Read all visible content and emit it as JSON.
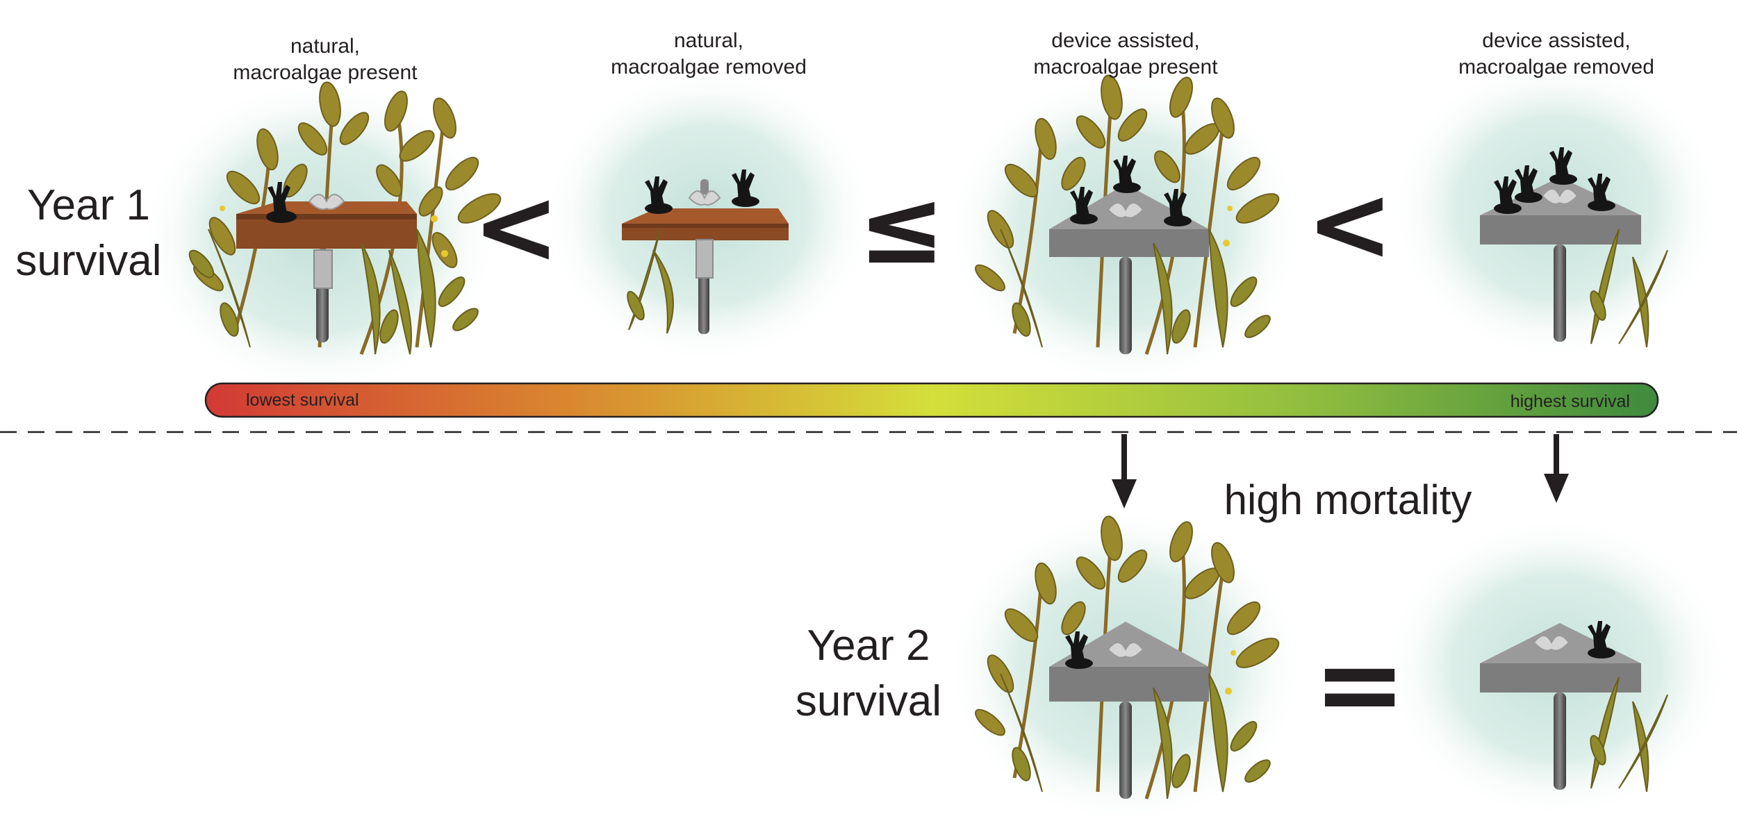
{
  "conditions": [
    {
      "line1": "natural,",
      "line2": "macroalgae present"
    },
    {
      "line1": "natural,",
      "line2": "macroalgae removed"
    },
    {
      "line1": "device assisted,",
      "line2": "macroalgae present"
    },
    {
      "line1": "device assisted,",
      "line2": "macroalgae removed"
    }
  ],
  "year1": {
    "line1": "Year 1",
    "line2": "survival"
  },
  "year2": {
    "line1": "Year 2",
    "line2": "survival"
  },
  "comparisons_year1": [
    "<",
    "≤",
    "<"
  ],
  "comparison_year2": "=",
  "gradient_bar": {
    "low_label": "lowest survival",
    "high_label": "highest survival",
    "colors": [
      "#d23a35",
      "#d9872f",
      "#d4df3a",
      "#93bf3f",
      "#3f8a3e"
    ]
  },
  "mortality_label": "high mortality",
  "colors": {
    "natural_plate": "#8a4a24",
    "natural_plate_top": "#a65a2c",
    "device_plate": "#7d7d7d",
    "device_plate_top": "#9a9a9a",
    "glow": "#cfe6e0",
    "macroalgae": "#9a8a2a",
    "coral": "#151515"
  }
}
